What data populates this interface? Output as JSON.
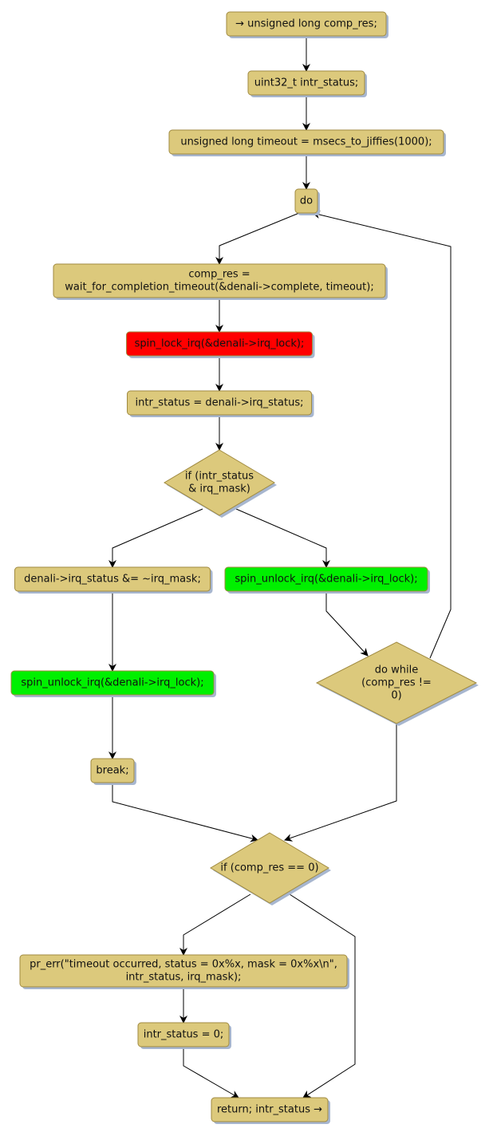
{
  "diagram": {
    "type": "flowchart",
    "colors": {
      "default_fill": "#dcc97c",
      "default_stroke": "#a08a40",
      "shadow": "#a7b6cf",
      "lock_fill": "#ff0000",
      "unlock_fill": "#00f000",
      "edge": "#000000"
    },
    "nodes": [
      {
        "id": "n_start",
        "shape": "box",
        "style": "default",
        "lines": [
          "→ unsigned long comp_res;"
        ]
      },
      {
        "id": "n_intr_decl",
        "shape": "box",
        "style": "default",
        "lines": [
          "uint32_t intr_status;"
        ]
      },
      {
        "id": "n_timeout_decl",
        "shape": "box",
        "style": "default",
        "lines": [
          "unsigned long timeout = msecs_to_jiffies(1000);"
        ]
      },
      {
        "id": "n_do",
        "shape": "box",
        "style": "default",
        "lines": [
          "do"
        ]
      },
      {
        "id": "n_wait",
        "shape": "box",
        "style": "default",
        "lines": [
          "comp_res =",
          "wait_for_completion_timeout(&denali->complete, timeout);"
        ]
      },
      {
        "id": "n_lock",
        "shape": "box",
        "style": "lock",
        "lines": [
          "spin_lock_irq(&denali->irq_lock);"
        ]
      },
      {
        "id": "n_read_status",
        "shape": "box",
        "style": "default",
        "lines": [
          "intr_status = denali->irq_status;"
        ]
      },
      {
        "id": "n_if_mask",
        "shape": "diamond",
        "style": "default",
        "lines": [
          "if (intr_status",
          "& irq_mask)"
        ]
      },
      {
        "id": "n_clear_mask",
        "shape": "box",
        "style": "default",
        "lines": [
          "denali->irq_status &= ~irq_mask;"
        ]
      },
      {
        "id": "n_unlock_right",
        "shape": "box",
        "style": "unlock",
        "lines": [
          "spin_unlock_irq(&denali->irq_lock);"
        ]
      },
      {
        "id": "n_unlock_left",
        "shape": "box",
        "style": "unlock",
        "lines": [
          "spin_unlock_irq(&denali->irq_lock);"
        ]
      },
      {
        "id": "n_do_while",
        "shape": "diamond",
        "style": "default",
        "lines": [
          "do while",
          "(comp_res !=",
          "0)"
        ]
      },
      {
        "id": "n_break",
        "shape": "box",
        "style": "default",
        "lines": [
          "break;"
        ]
      },
      {
        "id": "n_if_zero",
        "shape": "diamond",
        "style": "default",
        "lines": [
          "if (comp_res == 0)"
        ]
      },
      {
        "id": "n_pr_err",
        "shape": "box",
        "style": "default",
        "lines": [
          "pr_err(\"timeout occurred, status = 0x%x, mask = 0x%x\\n\",",
          "intr_status, irq_mask);"
        ]
      },
      {
        "id": "n_zero",
        "shape": "box",
        "style": "default",
        "lines": [
          "intr_status = 0;"
        ]
      },
      {
        "id": "n_return",
        "shape": "box",
        "style": "default",
        "lines": [
          "return; intr_status →"
        ]
      }
    ],
    "edges": [
      {
        "from": "n_start",
        "to": "n_intr_decl"
      },
      {
        "from": "n_intr_decl",
        "to": "n_timeout_decl"
      },
      {
        "from": "n_timeout_decl",
        "to": "n_do"
      },
      {
        "from": "n_do",
        "to": "n_wait"
      },
      {
        "from": "n_wait",
        "to": "n_lock"
      },
      {
        "from": "n_lock",
        "to": "n_read_status"
      },
      {
        "from": "n_read_status",
        "to": "n_if_mask"
      },
      {
        "from": "n_if_mask",
        "to": "n_clear_mask"
      },
      {
        "from": "n_if_mask",
        "to": "n_unlock_right"
      },
      {
        "from": "n_clear_mask",
        "to": "n_unlock_left"
      },
      {
        "from": "n_unlock_left",
        "to": "n_break"
      },
      {
        "from": "n_unlock_right",
        "to": "n_do_while"
      },
      {
        "from": "n_do_while",
        "to": "n_do"
      },
      {
        "from": "n_break",
        "to": "n_if_zero"
      },
      {
        "from": "n_do_while",
        "to": "n_if_zero"
      },
      {
        "from": "n_if_zero",
        "to": "n_pr_err"
      },
      {
        "from": "n_if_zero",
        "to": "n_return"
      },
      {
        "from": "n_pr_err",
        "to": "n_zero"
      },
      {
        "from": "n_zero",
        "to": "n_return"
      }
    ]
  }
}
